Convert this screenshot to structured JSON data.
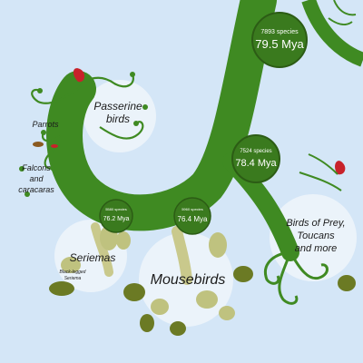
{
  "nodes": [
    {
      "id": "n1",
      "species": "7893 species",
      "age": "79.5 Mya"
    },
    {
      "id": "n2",
      "species": "7524 species",
      "age": "78.4 Mya"
    },
    {
      "id": "n3",
      "species": "5580 species",
      "age": "76.2 Mya"
    },
    {
      "id": "n4",
      "species": "5960 species",
      "age": "76.4 Mya"
    }
  ],
  "clades": {
    "passerine": [
      "Passerine",
      "birds"
    ],
    "parrots": "Parrots",
    "falcons": [
      "Falcons",
      "and",
      "caracaras"
    ],
    "seriemas": "Seriemas",
    "seriemas_sub": [
      "Black-legged",
      "Seriema"
    ],
    "mousebirds": "Mousebirds",
    "birds_of_prey": [
      "Birds of Prey,",
      "Toucans",
      "and more"
    ]
  },
  "colors": {
    "background": "#d4e6f7",
    "branch": "#3f8a22",
    "node": "#3a7a1e",
    "node_ring": "#2c5c15",
    "leaf_light": "#bfc27f",
    "leaf_olive": "#6b7a24",
    "accent_red": "#c8222a",
    "bubble": "#f3f7fb"
  }
}
